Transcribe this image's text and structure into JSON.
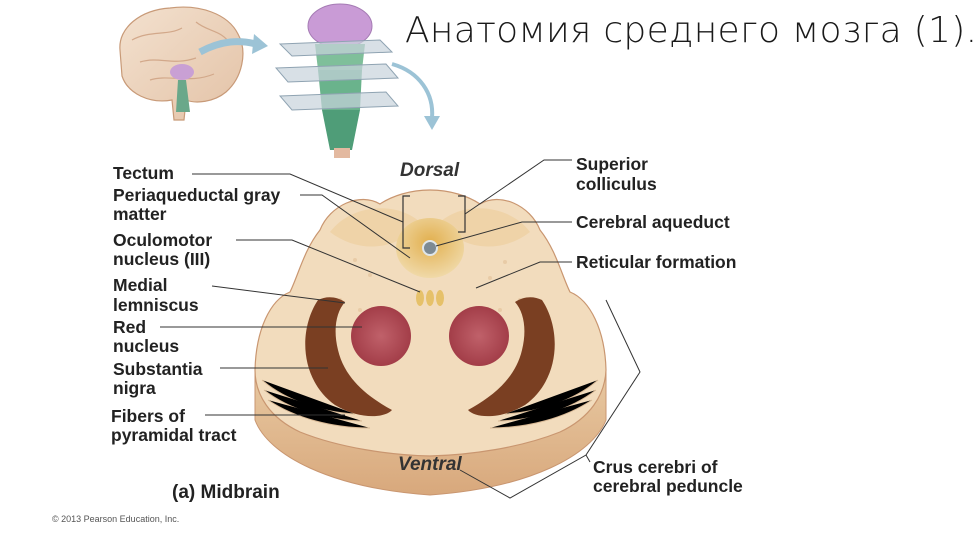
{
  "title": "Анатомия среднего мозга (1).",
  "labels": {
    "tectum": "Tectum",
    "periaqueductal_1": "Periaqueductal gray",
    "periaqueductal_2": "matter",
    "oculomotor_1": "Oculomotor",
    "oculomotor_2": "nucleus (III)",
    "medial_1": "Medial",
    "medial_2": "lemniscus",
    "red_1": "Red",
    "red_2": "nucleus",
    "substantia_1": "Substantia",
    "substantia_2": "nigra",
    "fibers_1": "Fibers of",
    "fibers_2": "pyramidal tract",
    "superior_1": "Superior",
    "superior_2": "colliculus",
    "aqueduct": "Cerebral aqueduct",
    "reticular": "Reticular formation",
    "crus_1": "Crus cerebri of",
    "crus_2": "cerebral peduncle"
  },
  "orientation": {
    "dorsal": "Dorsal",
    "ventral": "Ventral"
  },
  "caption": {
    "letter": "(a)",
    "text": "Midbrain"
  },
  "copyright": "© 2013 Pearson Education, Inc."
}
